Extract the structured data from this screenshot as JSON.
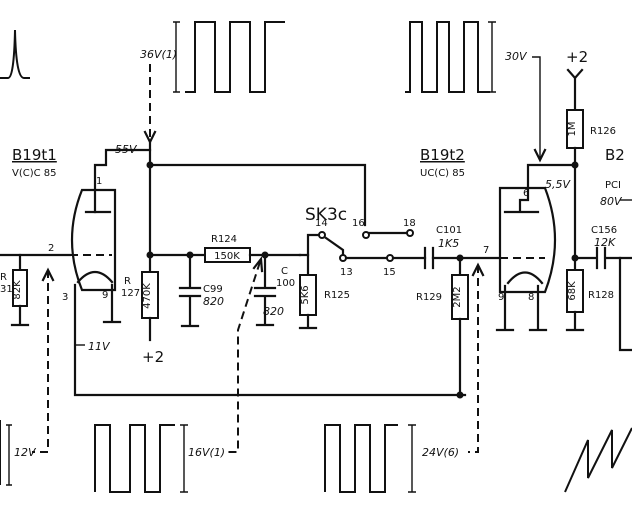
{
  "tubes": {
    "left": {
      "name": "B19t1",
      "type": "V(C)C 85",
      "pin_grid": "2",
      "pin_cathode_left": "3",
      "pin_anode": "1",
      "pin_cathode_right": "9",
      "anode_voltage": "55V",
      "cathode_voltage": "11V"
    },
    "mid": {
      "name": "B19t2",
      "type": "UC(C) 85",
      "pin_anode": "6",
      "pin_grid": "7",
      "pin_9": "9",
      "pin_8": "8",
      "anode_voltage": "5,5V"
    },
    "right": {
      "name": "B2",
      "type": "PCI",
      "voltage": "80V"
    }
  },
  "switch": {
    "name": "SK3c",
    "pins": [
      "14",
      "16",
      "18",
      "13",
      "15"
    ]
  },
  "components": {
    "r_left": {
      "name_line1": "R",
      "name_line2": "31",
      "value": "82K"
    },
    "r127": {
      "name_line1": "R",
      "name_line2": "127",
      "value": "470K"
    },
    "r124": {
      "name": "R124",
      "value": "150K"
    },
    "c99": {
      "name": "C99",
      "value": "820"
    },
    "c100": {
      "name_line1": "C",
      "name_line2": "100",
      "value": "820"
    },
    "r125": {
      "name": "R125",
      "value": "5K6"
    },
    "c101": {
      "name": "C101",
      "value": "1K5"
    },
    "r129": {
      "name": "R129",
      "value": "2M2"
    },
    "r126": {
      "name": "R126",
      "value": "1M"
    },
    "r128": {
      "name": "R128",
      "value": "68K"
    },
    "c156": {
      "name": "C156",
      "value": "12K"
    }
  },
  "supply": {
    "plus2_top": "+2",
    "plus2_bottom": "+2"
  },
  "waveforms": {
    "w36": "36V(1)",
    "w30": "30V",
    "w12": "12V",
    "w16": "16V(1)",
    "w24": "24V(6)"
  }
}
